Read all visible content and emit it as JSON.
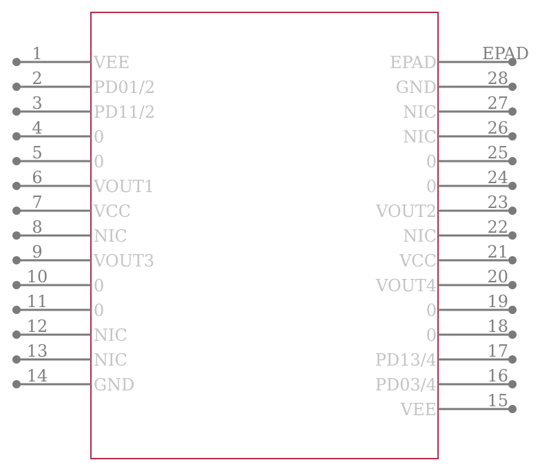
{
  "component": {
    "body_color": "#b32a4a",
    "pin_color": "#7a7a7a",
    "pin_number_color": "#7f7f7f",
    "pin_name_color": "#c4c4c4",
    "left_pins": [
      {
        "number": "1",
        "name": "VEE"
      },
      {
        "number": "2",
        "name": "PD01/2"
      },
      {
        "number": "3",
        "name": "PD11/2"
      },
      {
        "number": "4",
        "name": "0"
      },
      {
        "number": "5",
        "name": "0"
      },
      {
        "number": "6",
        "name": "VOUT1"
      },
      {
        "number": "7",
        "name": "VCC"
      },
      {
        "number": "8",
        "name": "NIC"
      },
      {
        "number": "9",
        "name": "VOUT3"
      },
      {
        "number": "10",
        "name": "0"
      },
      {
        "number": "11",
        "name": "0"
      },
      {
        "number": "12",
        "name": "NIC"
      },
      {
        "number": "13",
        "name": "NIC"
      },
      {
        "number": "14",
        "name": "GND"
      }
    ],
    "right_pins": [
      {
        "number": "EPAD",
        "name": "EPAD"
      },
      {
        "number": "28",
        "name": "GND"
      },
      {
        "number": "27",
        "name": "NIC"
      },
      {
        "number": "26",
        "name": "NIC"
      },
      {
        "number": "25",
        "name": "0"
      },
      {
        "number": "24",
        "name": "0"
      },
      {
        "number": "23",
        "name": "VOUT2"
      },
      {
        "number": "22",
        "name": "NIC"
      },
      {
        "number": "21",
        "name": "VCC"
      },
      {
        "number": "20",
        "name": "VOUT4"
      },
      {
        "number": "19",
        "name": "0"
      },
      {
        "number": "18",
        "name": "0"
      },
      {
        "number": "17",
        "name": "PD13/4"
      },
      {
        "number": "16",
        "name": "PD03/4"
      },
      {
        "number": "15",
        "name": "VEE"
      }
    ]
  }
}
